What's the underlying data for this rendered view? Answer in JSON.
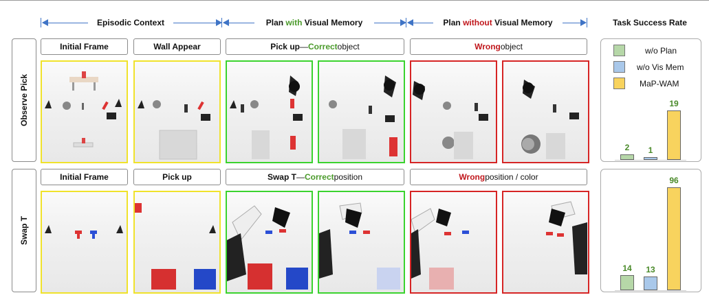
{
  "headers": {
    "episodic_context": "Episodic Context",
    "plan_with": {
      "pre": "Plan ",
      "hl": "with",
      "post": " Visual Memory"
    },
    "plan_without": {
      "pre": "Plan ",
      "hl": "without",
      "post": " Visual Memory"
    },
    "task_success": "Task Success Rate"
  },
  "rows": [
    {
      "name": "Observe Pick",
      "labels": {
        "context_1": "Initial Frame",
        "context_2": "Wall Appear",
        "with": {
          "pre": "Pick up",
          "sep": " — ",
          "hl": "Correct",
          "post": " object"
        },
        "without": {
          "hl": "Wrong",
          "post": " object"
        }
      },
      "success": {
        "wo_plan": 2,
        "wo_vis_mem": 1,
        "mapwam": 19
      }
    },
    {
      "name": "Swap T",
      "labels": {
        "context_1": "Initial Frame",
        "context_2": "Pick up",
        "with": {
          "pre": "Swap T",
          "sep": " — ",
          "hl": "Correct",
          "post": " position"
        },
        "without": {
          "hl": "Wrong",
          "post": " position / color"
        }
      },
      "success": {
        "wo_plan": 14,
        "wo_vis_mem": 13,
        "mapwam": 96
      }
    }
  ],
  "legend": [
    {
      "label": "w/o Plan",
      "color": "#b6d7a8"
    },
    {
      "label": "w/o Vis Mem",
      "color": "#a9c8ea"
    },
    {
      "label": "MaP-WAM",
      "color": "#f8d35e"
    }
  ],
  "chart_data": [
    {
      "type": "bar",
      "title": "Task Success Rate",
      "categories": [
        "w/o Plan",
        "w/o Vis Mem",
        "MaP-WAM"
      ],
      "series": [
        {
          "name": "Observe Pick",
          "values": [
            2,
            1,
            19
          ]
        }
      ],
      "ylim": [
        0,
        19
      ]
    },
    {
      "type": "bar",
      "title": "Task Success Rate",
      "categories": [
        "w/o Plan",
        "w/o Vis Mem",
        "MaP-WAM"
      ],
      "series": [
        {
          "name": "Swap T",
          "values": [
            14,
            13,
            96
          ]
        }
      ],
      "ylim": [
        0,
        96
      ]
    }
  ]
}
